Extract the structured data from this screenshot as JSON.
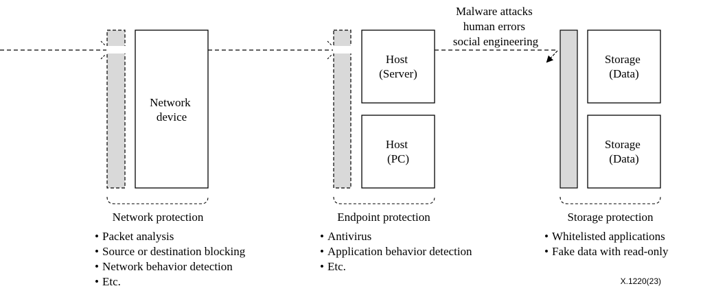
{
  "colors": {
    "filter_fill": "#d9d9d9",
    "line": "#000000",
    "background": "#ffffff"
  },
  "network": {
    "device_label": [
      "Network",
      "device"
    ],
    "section_title": "Network protection",
    "bullets": [
      "Packet analysis",
      "Source or destination blocking",
      "Network behavior detection",
      "Etc."
    ]
  },
  "endpoint": {
    "host_server_label": [
      "Host",
      "(Server)"
    ],
    "host_pc_label": [
      "Host",
      "(PC)"
    ],
    "section_title": "Endpoint protection",
    "bullets": [
      "Antivirus",
      "Application behavior detection",
      "Etc."
    ]
  },
  "storage": {
    "storage_top_label": [
      "Storage",
      "(Data)"
    ],
    "storage_bottom_label": [
      "Storage",
      "(Data)"
    ],
    "section_title": "Storage protection",
    "bullets": [
      "Whitelisted applications",
      "Fake data with read-only"
    ]
  },
  "threat_annotation": [
    "Malware attacks",
    "human errors",
    "social engineering"
  ],
  "bullet_char": "•",
  "figure_ref": "X.1220(23)"
}
